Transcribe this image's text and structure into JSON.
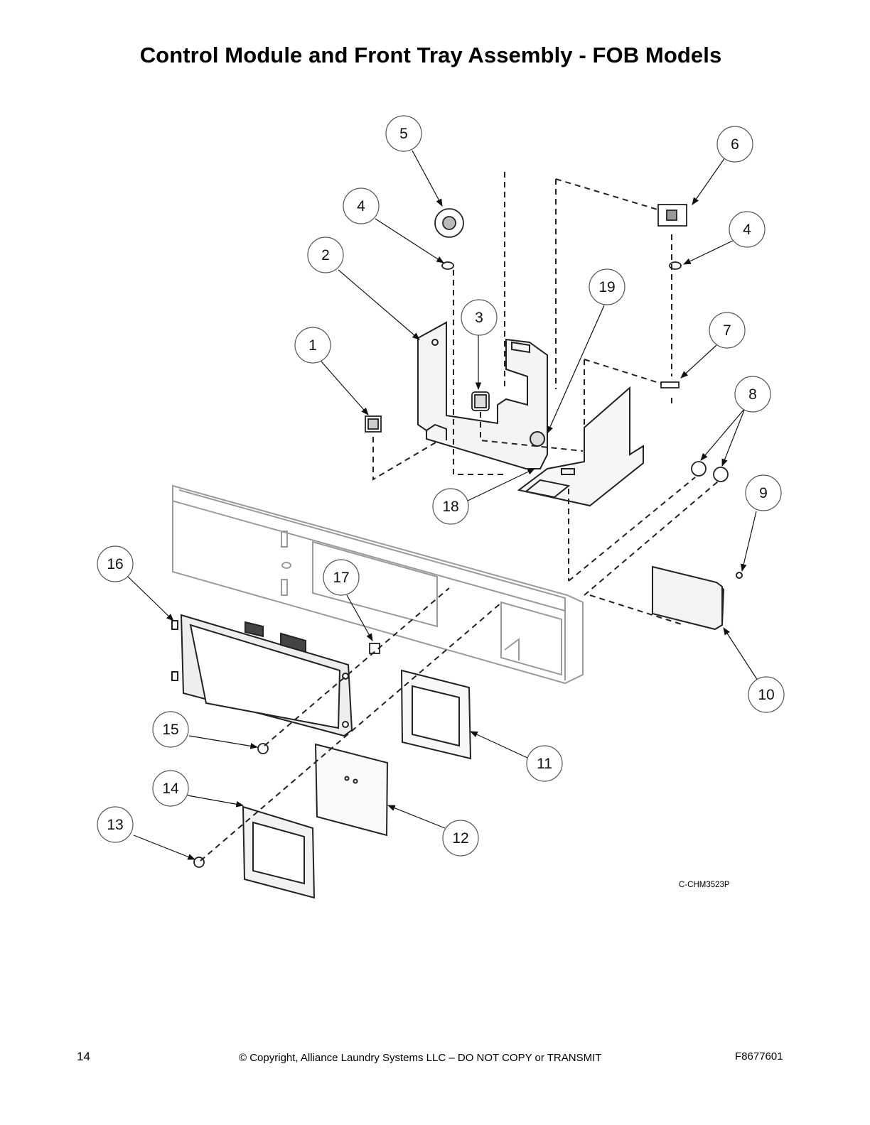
{
  "page": {
    "title": "Control Module and Front Tray Assembly - FOB Models",
    "figure_ref": "C-CHM3523P",
    "footer": {
      "page_number": "14",
      "copyright": "© Copyright, Alliance Laundry Systems LLC – DO NOT COPY or TRANSMIT",
      "doc_number": "F8677601"
    }
  },
  "callouts": [
    "1",
    "2",
    "3",
    "4",
    "4",
    "5",
    "6",
    "7",
    "8",
    "9",
    "10",
    "11",
    "12",
    "13",
    "14",
    "15",
    "16",
    "17",
    "18",
    "19"
  ]
}
